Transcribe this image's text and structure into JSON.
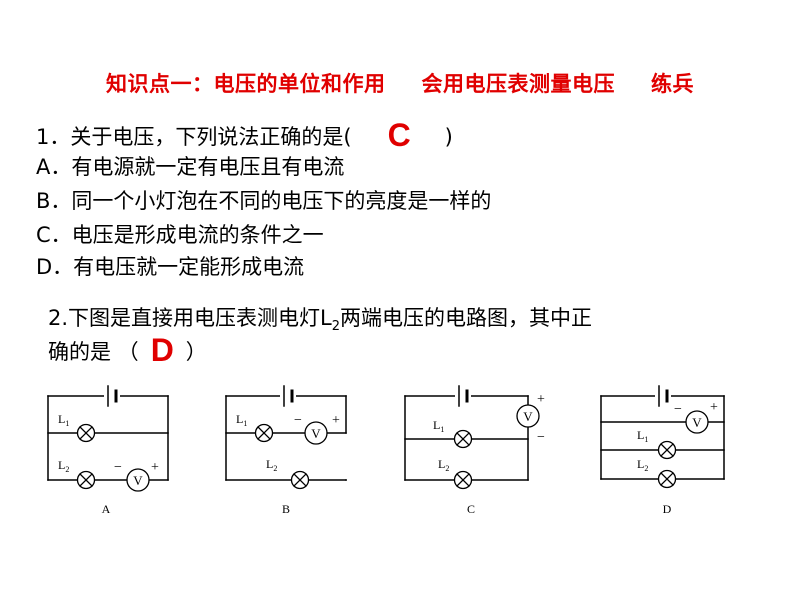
{
  "heading": {
    "part1": "知识点一：电压的单位和作用",
    "part2": "会用电压表测量电压",
    "part3": "练兵"
  },
  "q1": {
    "stem_before": "1．关于电压，下列说法正确的是(",
    "answer": "C",
    "stem_after": ")",
    "options": [
      "A．有电源就一定有电压且有电流",
      "B．同一个小灯泡在不同的电压下的亮度是一样的",
      "C．电压是形成电流的条件之一",
      "D．有电压就一定能形成电流"
    ]
  },
  "q2": {
    "stem_line1_before": "2.下图是直接用电压表测电灯L",
    "stem_sub": "2",
    "stem_line1_after": "两端电压的电路图，其中正",
    "stem_line2_before": "确的是 （",
    "answer": "D",
    "stem_line2_after": "）"
  },
  "circuits": {
    "lamp_labels": [
      "L",
      "L"
    ],
    "lamp_subs": [
      "1",
      "2"
    ],
    "meter": "V",
    "plus": "+",
    "minus": "−",
    "captions": [
      "A",
      "B",
      "C",
      "D"
    ]
  }
}
